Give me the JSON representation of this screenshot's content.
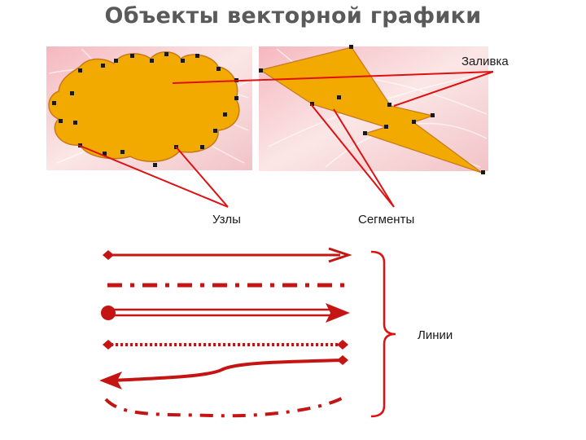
{
  "slide": {
    "title": "Объекты векторной графики"
  },
  "labels": {
    "fill": "Заливка",
    "nodes": "Узлы",
    "segments": "Сегменты",
    "lines": "Линии"
  },
  "colors": {
    "shape_fill": "#f2a900",
    "shape_stroke": "#c8781a",
    "pointer_red": "#dd1111",
    "line_red": "#c41414",
    "title_gray": "#5a5a5a",
    "photo_pink": "#f3c9cc"
  }
}
